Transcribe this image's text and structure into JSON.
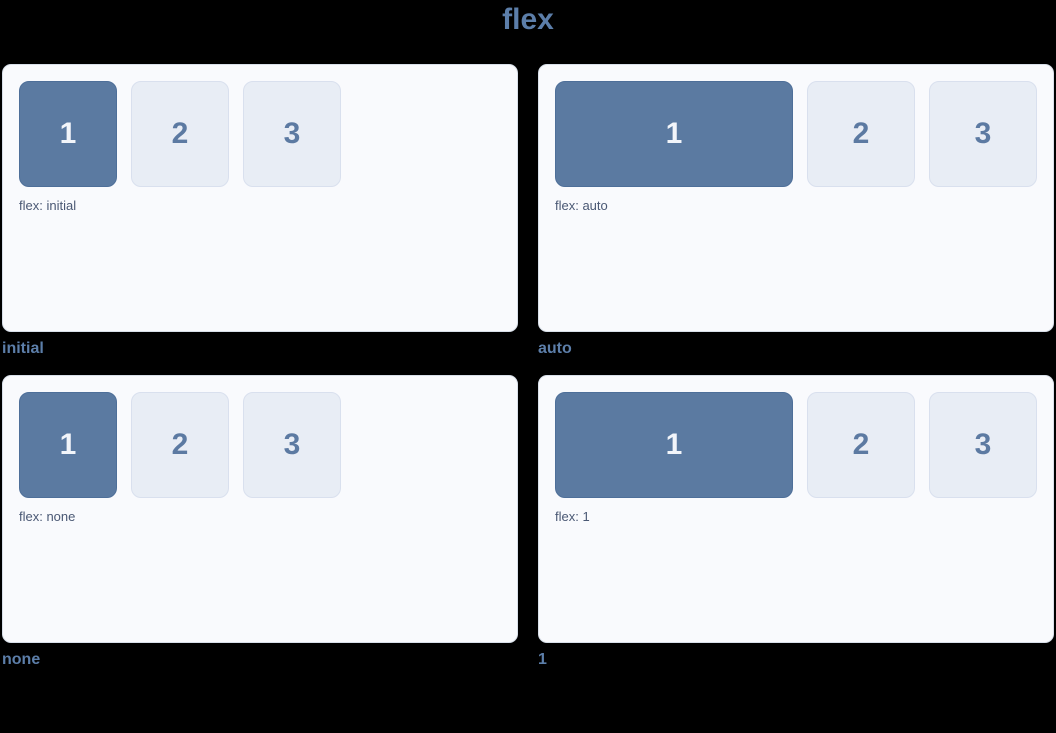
{
  "title": "flex",
  "colors": {
    "page_bg": "#000000",
    "panel_bg": "#f9fafd",
    "panel_border": "#d8dfe9",
    "box1_bg": "#5b7aa1",
    "box1_border": "#4e6f99",
    "box1_text": "#f2f5fa",
    "box_bg": "#e8edf5",
    "box_border": "#d9e0ee",
    "box_text": "#5c7aa2",
    "label_color": "#4a5874",
    "caption_color": "#5c7ea9",
    "title_color": "#5c7ea9"
  },
  "panels": [
    {
      "caption": "initial",
      "flex_label": "flex: initial",
      "grow_first": false,
      "items": [
        "1",
        "2",
        "3"
      ]
    },
    {
      "caption": "auto",
      "flex_label": "flex: auto",
      "grow_first": true,
      "items": [
        "1",
        "2",
        "3"
      ]
    },
    {
      "caption": "none",
      "flex_label": "flex: none",
      "grow_first": false,
      "items": [
        "1",
        "2",
        "3"
      ]
    },
    {
      "caption": "1",
      "flex_label": "flex: 1",
      "grow_first": true,
      "items": [
        "1",
        "2",
        "3"
      ]
    }
  ]
}
